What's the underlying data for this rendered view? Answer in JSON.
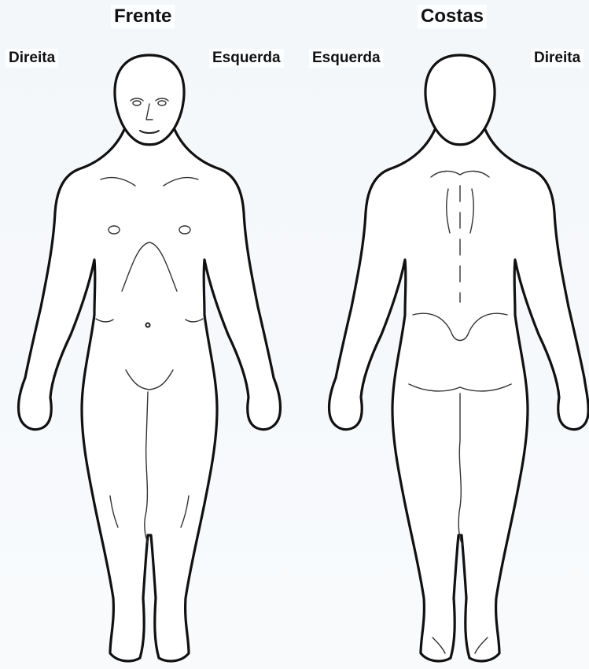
{
  "views": {
    "front": {
      "title": "Frente",
      "label_viewer_left": "Direita",
      "label_viewer_right": "Esquerda"
    },
    "back": {
      "title": "Costas",
      "label_viewer_left": "Esquerda",
      "label_viewer_right": "Direita"
    }
  },
  "colors": {
    "background": "#f7f9fb",
    "figure_fill": "#ffffff",
    "outline": "#111111"
  },
  "icons": [
    "front-body-figure",
    "back-body-figure"
  ]
}
